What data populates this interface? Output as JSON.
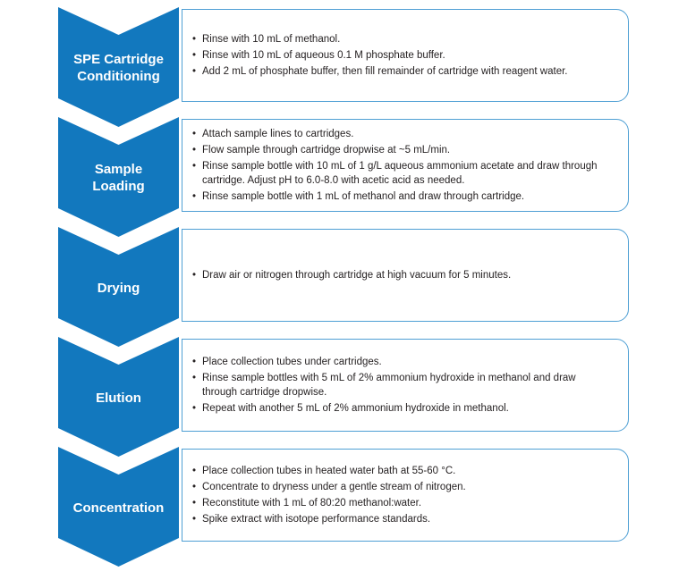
{
  "colors": {
    "chevron_blue": "#1278BE",
    "box_border_blue": "#4E9FD4",
    "chevron_label_text": "#FFFFFF",
    "body_text": "#262223",
    "background": "#FFFFFF"
  },
  "flow": {
    "steps": [
      {
        "label": "SPE Cartridge Conditioning",
        "bullets": [
          "Rinse with 10 mL of methanol.",
          "Rinse with 10 mL of aqueous 0.1 M phosphate buffer.",
          "Add 2 mL of phosphate buffer, then fill remainder of cartridge with reagent water."
        ]
      },
      {
        "label": "Sample Loading",
        "bullets": [
          "Attach sample lines to cartridges.",
          "Flow sample through cartridge dropwise at ~5 mL/min.",
          "Rinse sample bottle with 10 mL of 1 g/L aqueous ammonium acetate and draw through cartridge. Adjust pH to 6.0-8.0 with acetic acid as needed.",
          "Rinse sample bottle with 1 mL of methanol and draw through cartridge."
        ]
      },
      {
        "label": "Drying",
        "bullets": [
          "Draw air or nitrogen through cartridge at high vacuum for 5 minutes."
        ]
      },
      {
        "label": "Elution",
        "bullets": [
          "Place collection tubes under cartridges.",
          "Rinse sample bottles with 5 mL of 2% ammonium hydroxide in methanol and draw through cartridge dropwise.",
          "Repeat with another 5 mL of 2% ammonium hydroxide in methanol."
        ]
      },
      {
        "label": "Concentration",
        "bullets": [
          "Place collection tubes in heated water bath at 55-60 °C.",
          "Concentrate to dryness under a gentle stream of nitrogen.",
          "Reconstitute with 1 mL of 80:20 methanol:water.",
          "Spike extract with isotope performance standards."
        ]
      }
    ]
  }
}
